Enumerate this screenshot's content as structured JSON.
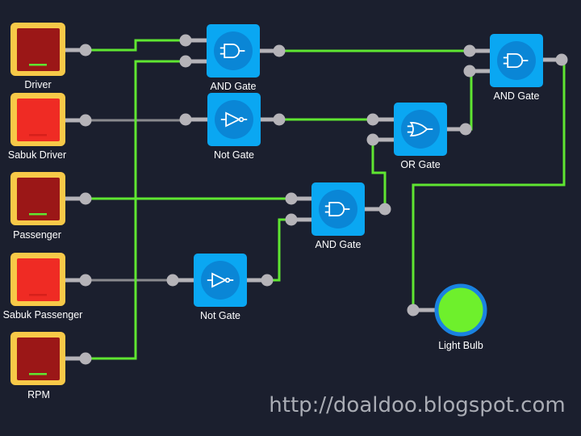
{
  "inputs": [
    {
      "label": "Driver",
      "on": true
    },
    {
      "label": "Sabuk Driver",
      "on": false
    },
    {
      "label": "Passenger",
      "on": true
    },
    {
      "label": "Sabuk Passenger",
      "on": false
    },
    {
      "label": "RPM",
      "on": true
    }
  ],
  "gates": {
    "and1": {
      "label": "AND Gate",
      "icon": "and-gate-icon"
    },
    "not1": {
      "label": "Not Gate",
      "icon": "not-gate-icon"
    },
    "or1": {
      "label": "OR Gate",
      "icon": "or-gate-icon"
    },
    "and2": {
      "label": "AND Gate",
      "icon": "and-gate-icon"
    },
    "not2": {
      "label": "Not Gate",
      "icon": "not-gate-icon"
    },
    "and3": {
      "label": "AND Gate",
      "icon": "and-gate-icon"
    }
  },
  "output": {
    "label": "Light Bulb",
    "on": true
  },
  "watermark": "http://doaldoo.blogspot.com",
  "colors": {
    "background": "#1b1f2e",
    "wire_on": "#5fe631",
    "wire_off": "#8a8a8e",
    "gate_fill": "#0aa7f2",
    "gate_circle": "#0a86d6",
    "switch_frame": "#f7c948",
    "switch_on": "#9b1717",
    "switch_off": "#ef2b24",
    "bulb_on": "#6ef02c",
    "bulb_ring": "#1a82e0",
    "connector": "#b5b3b8"
  }
}
